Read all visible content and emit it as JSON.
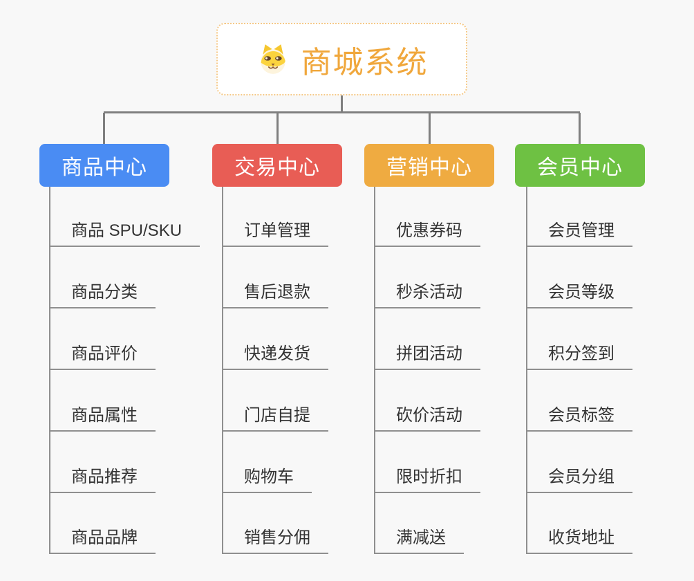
{
  "root": {
    "title": "商城系统",
    "icon": "shiba-dog-icon"
  },
  "branches": [
    {
      "label": "商品中心",
      "color": "#4a8cf3",
      "children": [
        "商品 SPU/SKU",
        "商品分类",
        "商品评价",
        "商品属性",
        "商品推荐",
        "商品品牌"
      ]
    },
    {
      "label": "交易中心",
      "color": "#e85d55",
      "children": [
        "订单管理",
        "售后退款",
        "快递发货",
        "门店自提",
        "购物车",
        "销售分佣"
      ]
    },
    {
      "label": "营销中心",
      "color": "#efab41",
      "children": [
        "优惠券码",
        "秒杀活动",
        "拼团活动",
        "砍价活动",
        "限时折扣",
        "满减送"
      ]
    },
    {
      "label": "会员中心",
      "color": "#6ec143",
      "children": [
        "会员管理",
        "会员等级",
        "积分签到",
        "会员标签",
        "会员分组",
        "收货地址"
      ]
    }
  ],
  "colors": {
    "background": "#f8f8f8",
    "connector": "#7f7f7f",
    "leaf_line": "#8f8f8f",
    "root_text": "#f0a73c",
    "root_border": "#f5c988",
    "leaf_text": "#333333"
  }
}
